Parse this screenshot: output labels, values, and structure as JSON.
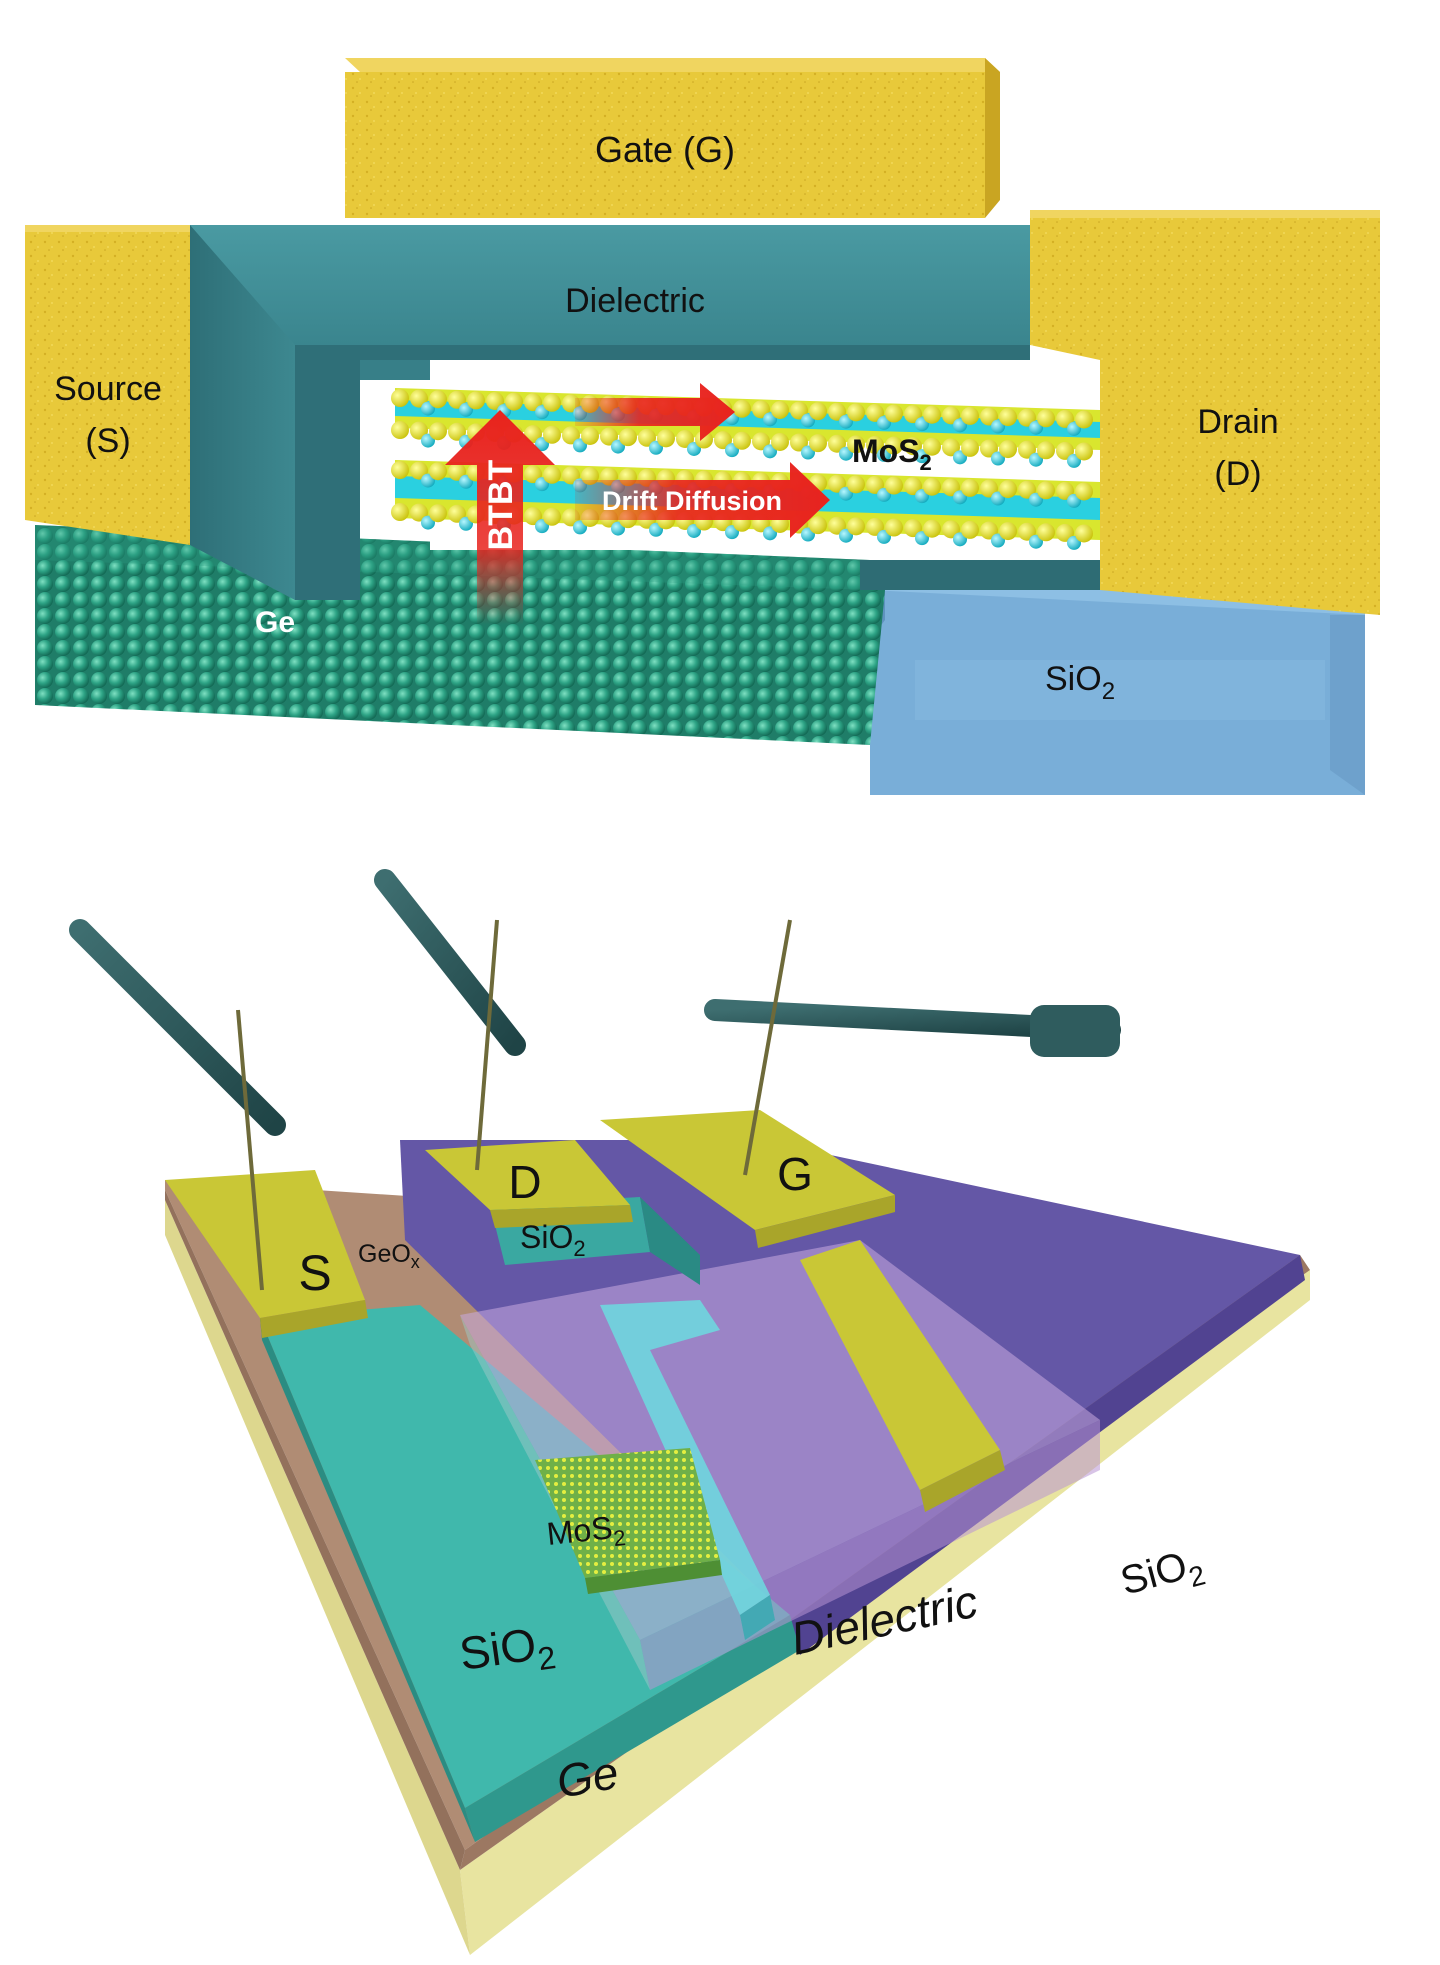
{
  "top_diagram": {
    "gate": "Gate (G)",
    "dielectric": "Dielectric",
    "source_line1": "Source",
    "source_line2": "(S)",
    "drain_line1": "Drain",
    "drain_line2": "(D)",
    "mos2_base": "MoS",
    "mos2_sub": "2",
    "btbt": "BTBT",
    "drift": "Drift Diffusion",
    "ge": "Ge",
    "sio2_base": "SiO",
    "sio2_sub": "2"
  },
  "bottom_diagram": {
    "s_pad": "S",
    "d_pad": "D",
    "g_pad": "G",
    "geox_base": "GeO",
    "geox_sub": "x",
    "sio2_under_d_base": "SiO",
    "sio2_under_d_sub": "2",
    "mos2_base": "MoS",
    "mos2_sub": "2",
    "dielectric": "Dielectric",
    "sio2_right_base": "SiO",
    "sio2_right_sub": "2",
    "sio2_left_base": "SiO",
    "sio2_left_sub": "2",
    "ge": "Ge"
  },
  "colors": {
    "gold": "#e6c837",
    "dielectric_teal": "#3f8f98",
    "sio2_blue": "#7aaed6",
    "ge_sphere": "#2fa38a",
    "mos2_yellow": "#ecec2e",
    "mos2_cyan": "#2ad0e0",
    "arrow_red": "#e8231e",
    "pad_yellow": "#c9c736",
    "geox_brown": "#b08c74",
    "purple": "#6457a6",
    "teal_block": "#40b8ac",
    "ge_base": "#ece8a6"
  }
}
